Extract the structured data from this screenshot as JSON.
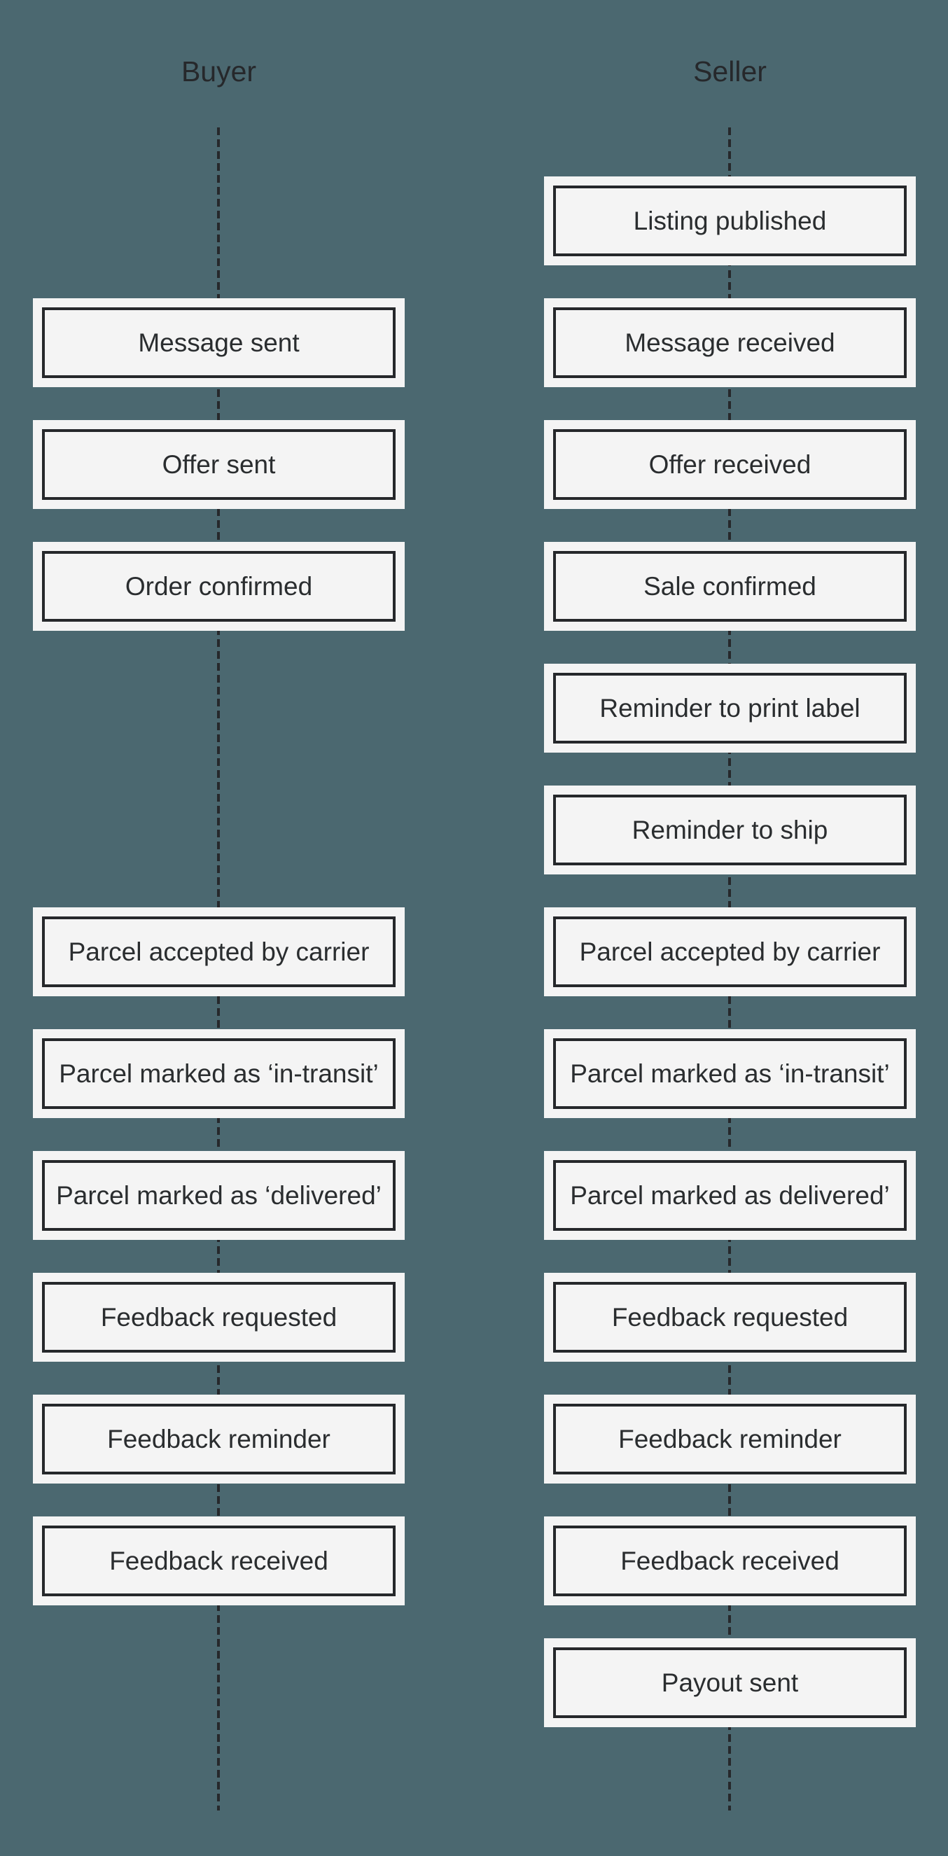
{
  "diagram": {
    "type": "dual-timeline-flow",
    "background_color": "#4b6870",
    "box_fill_color": "#f4f4f4",
    "ink_color": "#26282b",
    "line_style": "dashed",
    "columns": [
      {
        "title": "Buyer",
        "events": [
          {
            "label": "Message sent",
            "slot": 2
          },
          {
            "label": "Offer sent",
            "slot": 3
          },
          {
            "label": "Order confirmed",
            "slot": 4
          },
          {
            "label": "Parcel accepted by carrier",
            "slot": 7
          },
          {
            "label": "Parcel marked as ‘in-transit’",
            "slot": 8
          },
          {
            "label": "Parcel marked as ‘delivered’",
            "slot": 9
          },
          {
            "label": "Feedback requested",
            "slot": 10
          },
          {
            "label": "Feedback reminder",
            "slot": 11
          },
          {
            "label": "Feedback received",
            "slot": 12
          }
        ]
      },
      {
        "title": "Seller",
        "events": [
          {
            "label": "Listing published",
            "slot": 1
          },
          {
            "label": "Message received",
            "slot": 2
          },
          {
            "label": "Offer received",
            "slot": 3
          },
          {
            "label": "Sale confirmed",
            "slot": 4
          },
          {
            "label": "Reminder to print label",
            "slot": 5
          },
          {
            "label": "Reminder to ship",
            "slot": 6
          },
          {
            "label": "Parcel accepted by carrier",
            "slot": 7
          },
          {
            "label": "Parcel marked as ‘in-transit’",
            "slot": 8
          },
          {
            "label": "Parcel marked as delivered’",
            "slot": 9
          },
          {
            "label": "Feedback requested",
            "slot": 10
          },
          {
            "label": "Feedback reminder",
            "slot": 11
          },
          {
            "label": "Feedback received",
            "slot": 12
          },
          {
            "label": "Payout sent",
            "slot": 13
          }
        ]
      }
    ]
  }
}
